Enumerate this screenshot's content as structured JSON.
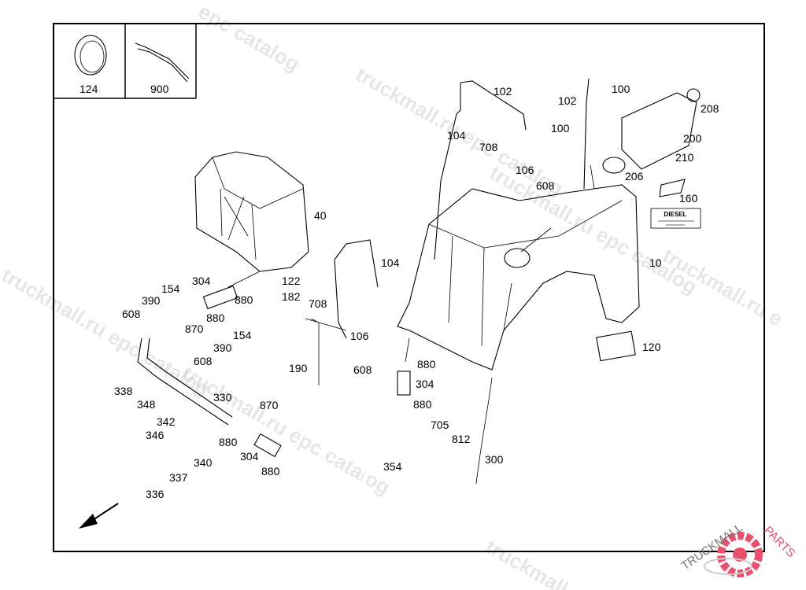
{
  "diagram": {
    "inset_labels": [
      "124",
      "900"
    ],
    "callouts": [
      "102",
      "100",
      "102",
      "208",
      "100",
      "104",
      "708",
      "200",
      "210",
      "106",
      "206",
      "608",
      "160",
      "40",
      "104",
      "10",
      "304",
      "154",
      "122",
      "880",
      "182",
      "390",
      "708",
      "608",
      "880",
      "870",
      "154",
      "106",
      "120",
      "390",
      "608",
      "608",
      "880",
      "190",
      "304",
      "338",
      "330",
      "348",
      "870",
      "880",
      "342",
      "705",
      "346",
      "812",
      "880",
      "304",
      "340",
      "300",
      "354",
      "880",
      "337",
      "336"
    ],
    "decal": {
      "title": "DIESEL"
    },
    "watermarks": [
      "epc catalog",
      "truckmall.ru epc catalog",
      "truckmall.ru epc catalog",
      "truckmall.ru epc catalog",
      "truckmall.ru e",
      "truckmall.ru epc catalog",
      "truckmall"
    ],
    "logo": {
      "text_left": "TRUCKMALL",
      "text_right": "PARTS",
      "brand_color": "#e8506e"
    }
  }
}
